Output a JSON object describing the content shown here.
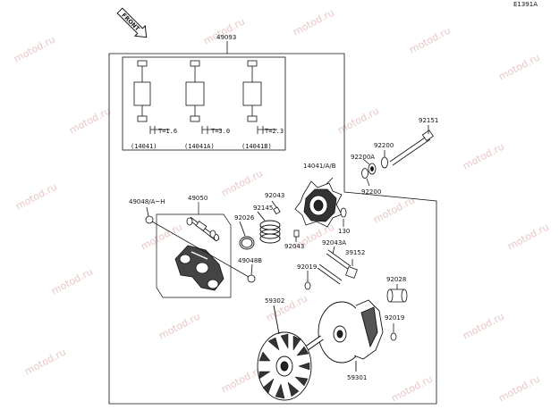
{
  "diagram_id": "E1391A",
  "front_badge": "FRONT",
  "watermark": "motod.ru",
  "labels": {
    "p49093": "49093",
    "t16": "T=1.6",
    "t30": "T=3.0",
    "t23": "T=2.3",
    "c14041": "(14041)",
    "c14041A": "(14041A)",
    "c14041B": "(14041B)",
    "p92151": "92151",
    "p92200_top": "92200",
    "p92200A": "92200A",
    "p92200_bot": "92200",
    "p14041AB": "14041/A/B",
    "p49048AH": "49048/A~H",
    "p49050": "49050",
    "p92043_top": "92043",
    "p92145": "92145",
    "p92026": "92026",
    "p130": "130",
    "p92043_mid": "92043",
    "p92043A": "92043A",
    "p39152": "39152",
    "p49048B": "49048B",
    "p92019_top": "92019",
    "p92028": "92028",
    "p92019_bot": "92019",
    "p59302": "59302",
    "p59301": "59301"
  }
}
